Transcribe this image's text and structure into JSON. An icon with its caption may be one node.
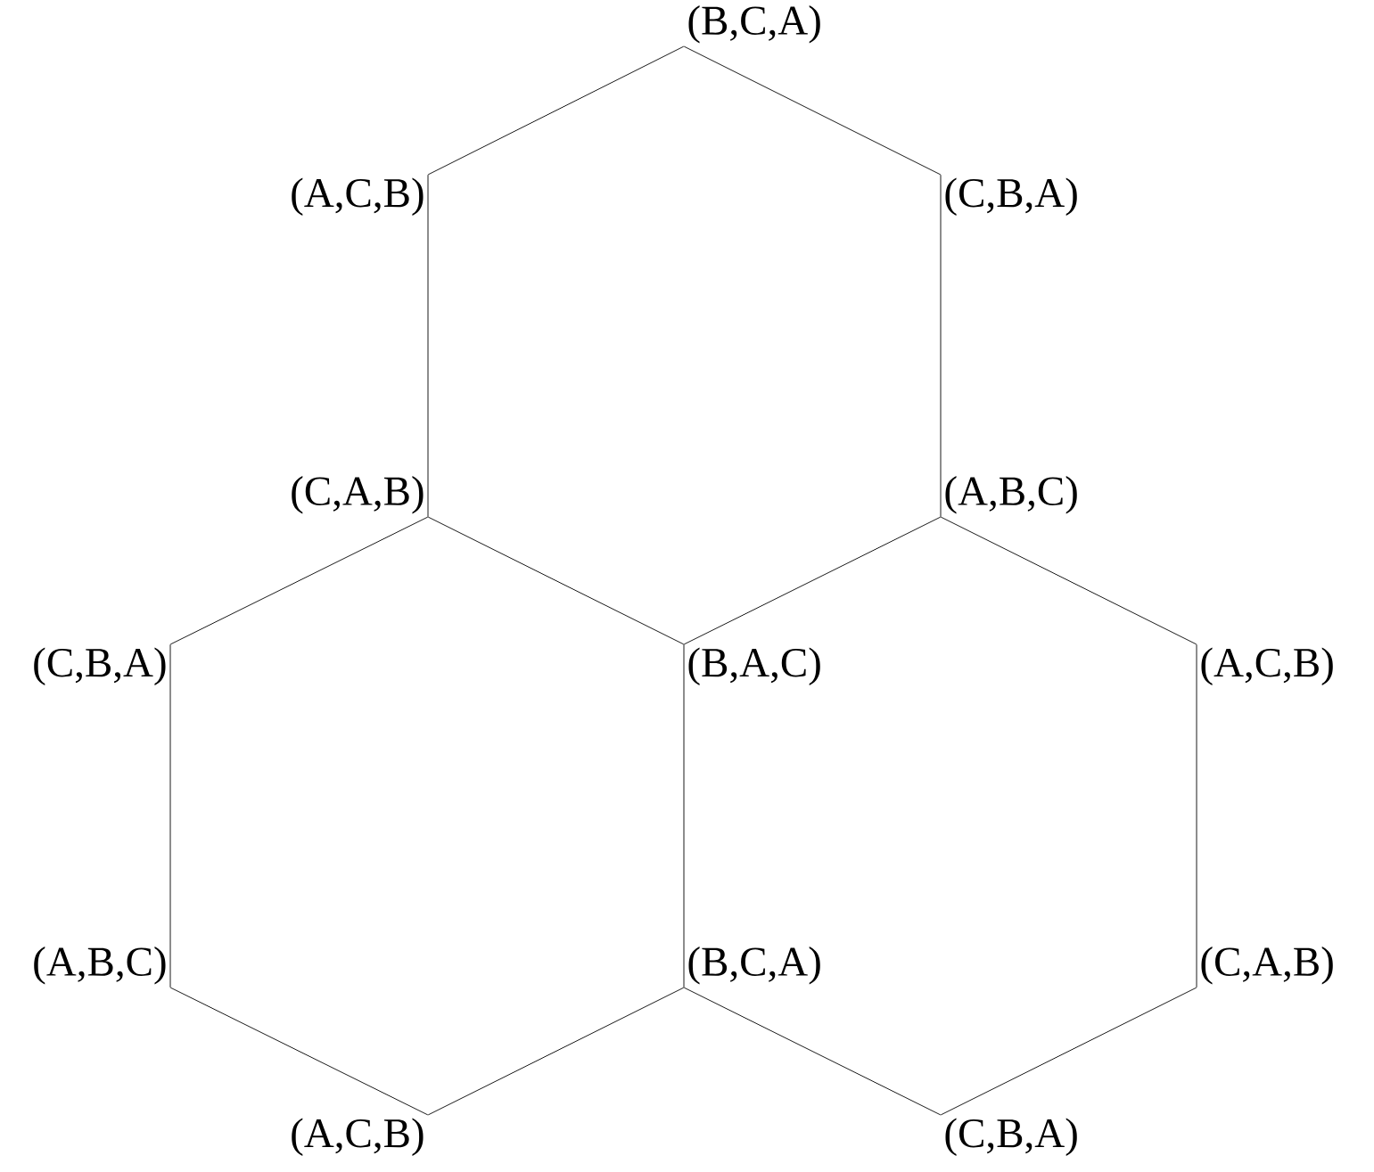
{
  "diagram": {
    "nodes": [
      {
        "text": [
          "(B,C,A)"
        ]
      },
      {
        "text": [
          "(A,C,B)"
        ]
      },
      {
        "text": [
          "(C,B,A)"
        ]
      },
      {
        "text": [
          "(C,A,B)"
        ]
      },
      {
        "text": [
          "(A,B,C)"
        ]
      },
      {
        "text": [
          "(C,B,A)"
        ]
      },
      {
        "text": [
          "(B,A,C)"
        ]
      },
      {
        "text": [
          "(A,C,B)"
        ]
      },
      {
        "text": [
          "(A,B,C)"
        ]
      },
      {
        "text": [
          "(B,C,A)"
        ]
      },
      {
        "text": [
          "(C,A,B)"
        ]
      },
      {
        "text": [
          "(A,C,B)"
        ]
      },
      {
        "text": [
          "(C,B,A)"
        ]
      }
    ],
    "edges": [
      {
        "from": 0,
        "to": 1,
        "arrow": "none"
      },
      {
        "from": 0,
        "to": 2,
        "arrow": "none"
      },
      {
        "from": 1,
        "to": 3,
        "arrow": "none"
      },
      {
        "from": 2,
        "to": 4,
        "arrow": "none"
      },
      {
        "from": 3,
        "to": 6,
        "arrow": "none"
      },
      {
        "from": 4,
        "to": 6,
        "arrow": "none"
      },
      {
        "from": 3,
        "to": 5,
        "arrow": "none"
      },
      {
        "from": 5,
        "to": 8,
        "arrow": "none"
      },
      {
        "from": 6,
        "to": 9,
        "arrow": "none"
      },
      {
        "from": 8,
        "to": 11,
        "arrow": "none"
      },
      {
        "from": 9,
        "to": 11,
        "arrow": "none"
      },
      {
        "from": 4,
        "to": 7,
        "arrow": "none"
      },
      {
        "from": 7,
        "to": 10,
        "arrow": "none"
      },
      {
        "from": 10,
        "to": 12,
        "arrow": "none"
      },
      {
        "from": 9,
        "to": 12,
        "arrow": "none"
      }
    ]
  }
}
